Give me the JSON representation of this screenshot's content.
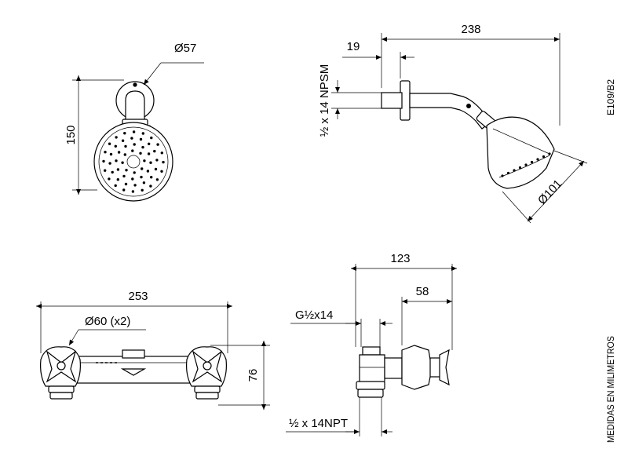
{
  "shower_head_front": {
    "dim_diameter": "Ø57",
    "dim_height": "150"
  },
  "shower_side": {
    "dim_length": "238",
    "dim_flange": "19",
    "dim_thread": "½ x 14 NPSM",
    "dim_head_diameter": "Ø101"
  },
  "mixer_front": {
    "dim_width": "253",
    "dim_handle_diameter": "Ø60 (x2)",
    "dim_height": "76"
  },
  "valve_side": {
    "dim_depth": "123",
    "dim_handle": "58",
    "dim_inlet": "G½x14",
    "dim_outlet": "½ x 14NPT"
  },
  "sidebar": {
    "code": "E109/B2",
    "units_note": "MEDIDAS EN MILIMETROS"
  }
}
